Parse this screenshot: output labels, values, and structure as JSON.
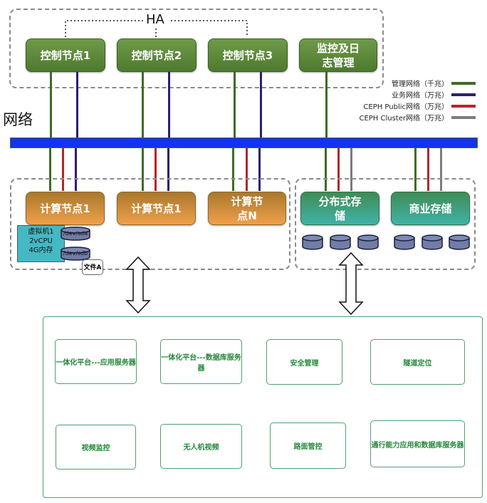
{
  "ha_label": "HA",
  "network_label": "网络",
  "control_nodes": [
    {
      "label": "控制节点1"
    },
    {
      "label": "控制节点2"
    },
    {
      "label": "控制节点3"
    },
    {
      "label": "监控及日志管理"
    }
  ],
  "legend": [
    {
      "label": "管理网络（千兆）",
      "color": "#3f6b25"
    },
    {
      "label": "业务网络（万兆）",
      "color": "#2d1e70"
    },
    {
      "label": "CEPH Public网络（万兆）",
      "color": "#b3262b"
    },
    {
      "label": "CEPH Cluster网络（万兆）",
      "color": "#7c7c7c"
    }
  ],
  "compute_nodes": [
    {
      "label": "计算节点1"
    },
    {
      "label": "计算节点1"
    },
    {
      "label": "计算节点N"
    }
  ],
  "vm": {
    "name": "虚拟机1",
    "cpu": "2vCPU",
    "mem": "4G内存",
    "disks": [
      "/dev/sda",
      "/dev/sdb"
    ],
    "file": "文件A"
  },
  "storage_nodes": [
    {
      "label": "分布式存储"
    },
    {
      "label": "商业存储"
    }
  ],
  "apps": [
    {
      "label": "一体化平台---应用服务器"
    },
    {
      "label": "一体化平台---数据库服务器"
    },
    {
      "label": "安全管理"
    },
    {
      "label": "隧道定位"
    },
    {
      "label": "视频监控"
    },
    {
      "label": "无人机视频"
    },
    {
      "label": "路面管控"
    },
    {
      "label": "通行能力应用和数据库服务器"
    }
  ],
  "colors": {
    "bus": "#1432f0",
    "control_node": "#5a8a3a",
    "compute_node": "#e09040",
    "storage_node": "#3fa080",
    "app_border": "#4fa071",
    "app_text": "#27893c"
  }
}
